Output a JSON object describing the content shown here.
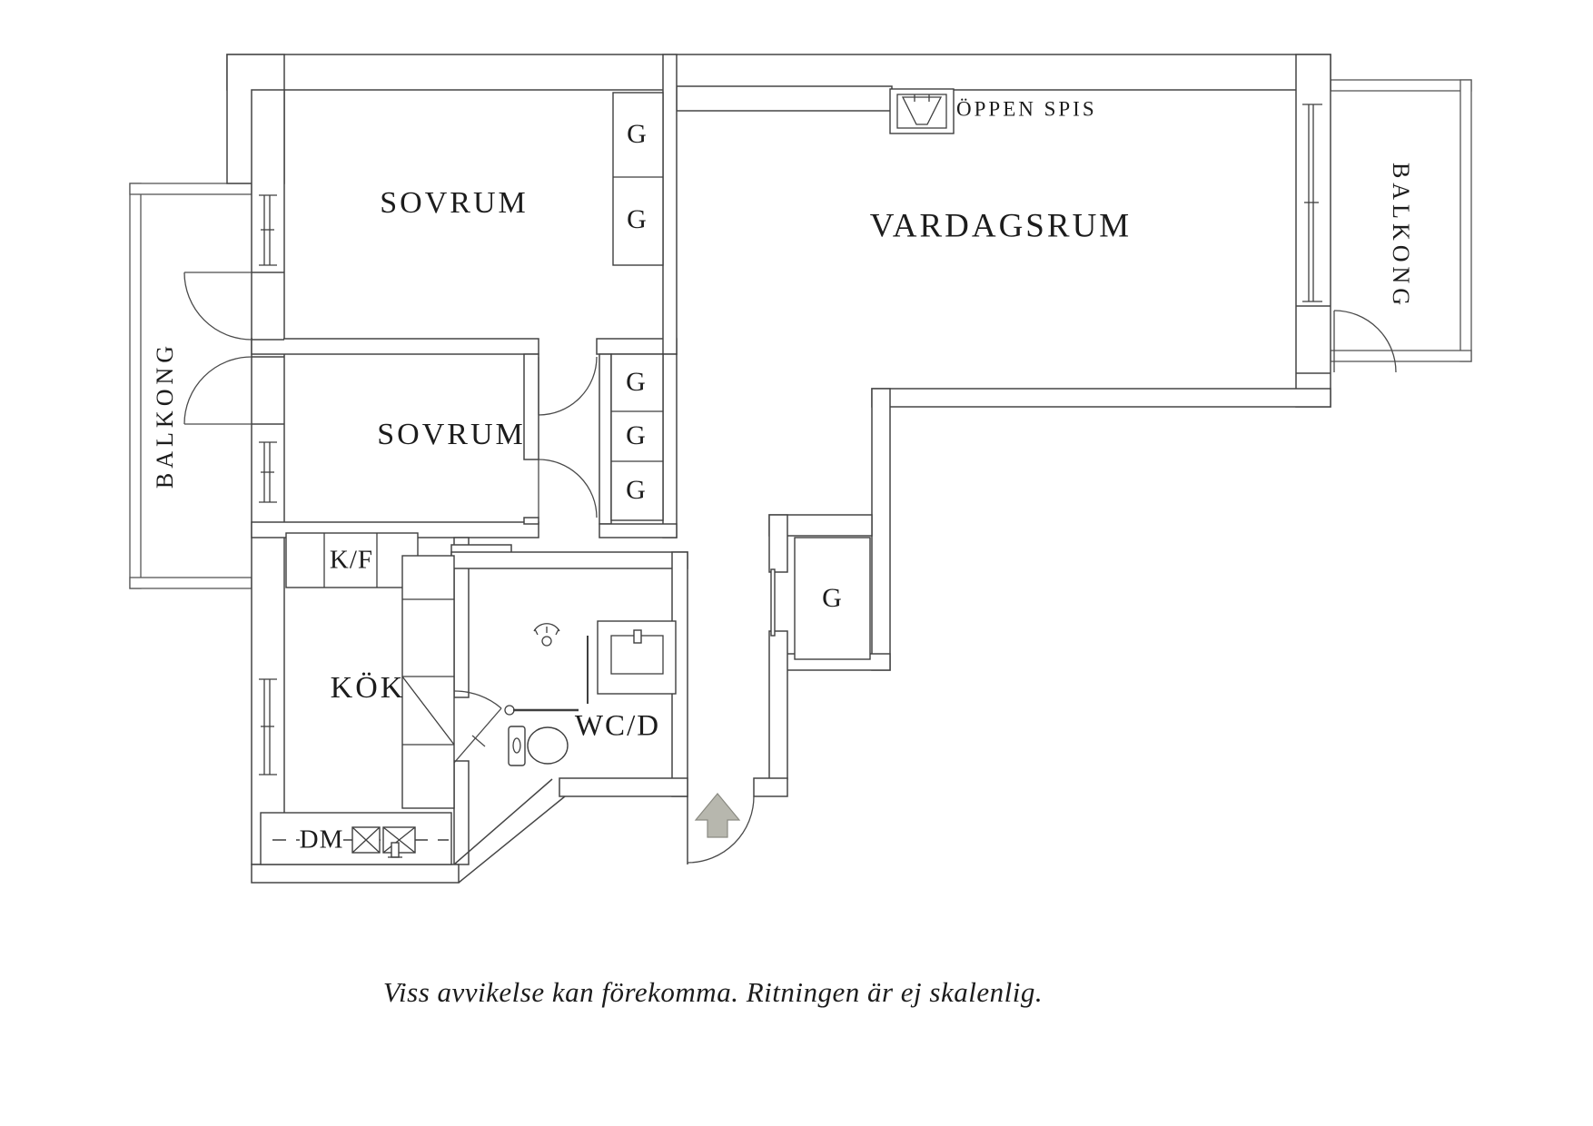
{
  "rooms": {
    "bedroom1": "SOVRUM",
    "bedroom2": "SOVRUM",
    "living_room": "VARDAGSRUM",
    "kitchen": "KÖK",
    "bathroom": "WC/D",
    "balcony_left": "BALKONG",
    "balcony_right": "BALKONG"
  },
  "fixtures": {
    "open_fireplace": "ÖPPEN SPIS",
    "fridge_freezer": "K/F",
    "dishwasher": "DM"
  },
  "closets": {
    "bedroom1": [
      "G",
      "G"
    ],
    "bedroom2": [
      "G",
      "G",
      "G"
    ],
    "hallway": [
      "G"
    ]
  },
  "caption": "Viss avvikelse kan förekomma. Ritningen är ej skalenlig.",
  "colors": {
    "wall_line": "#454545",
    "text": "#1c1c1c",
    "entry_arrow_fill": "#b7b7ae",
    "entry_arrow_stroke": "#8a8a82"
  },
  "icons": {
    "entry_arrow": "entry-arrow-icon",
    "fireplace": "fireplace-icon",
    "toilet": "toilet-icon",
    "washbasin": "washbasin-icon",
    "shower": "shower-icon",
    "kitchen_sink": "kitchen-sink-icon",
    "windows": "window-icon",
    "door_swings": "door-arc-icon"
  }
}
